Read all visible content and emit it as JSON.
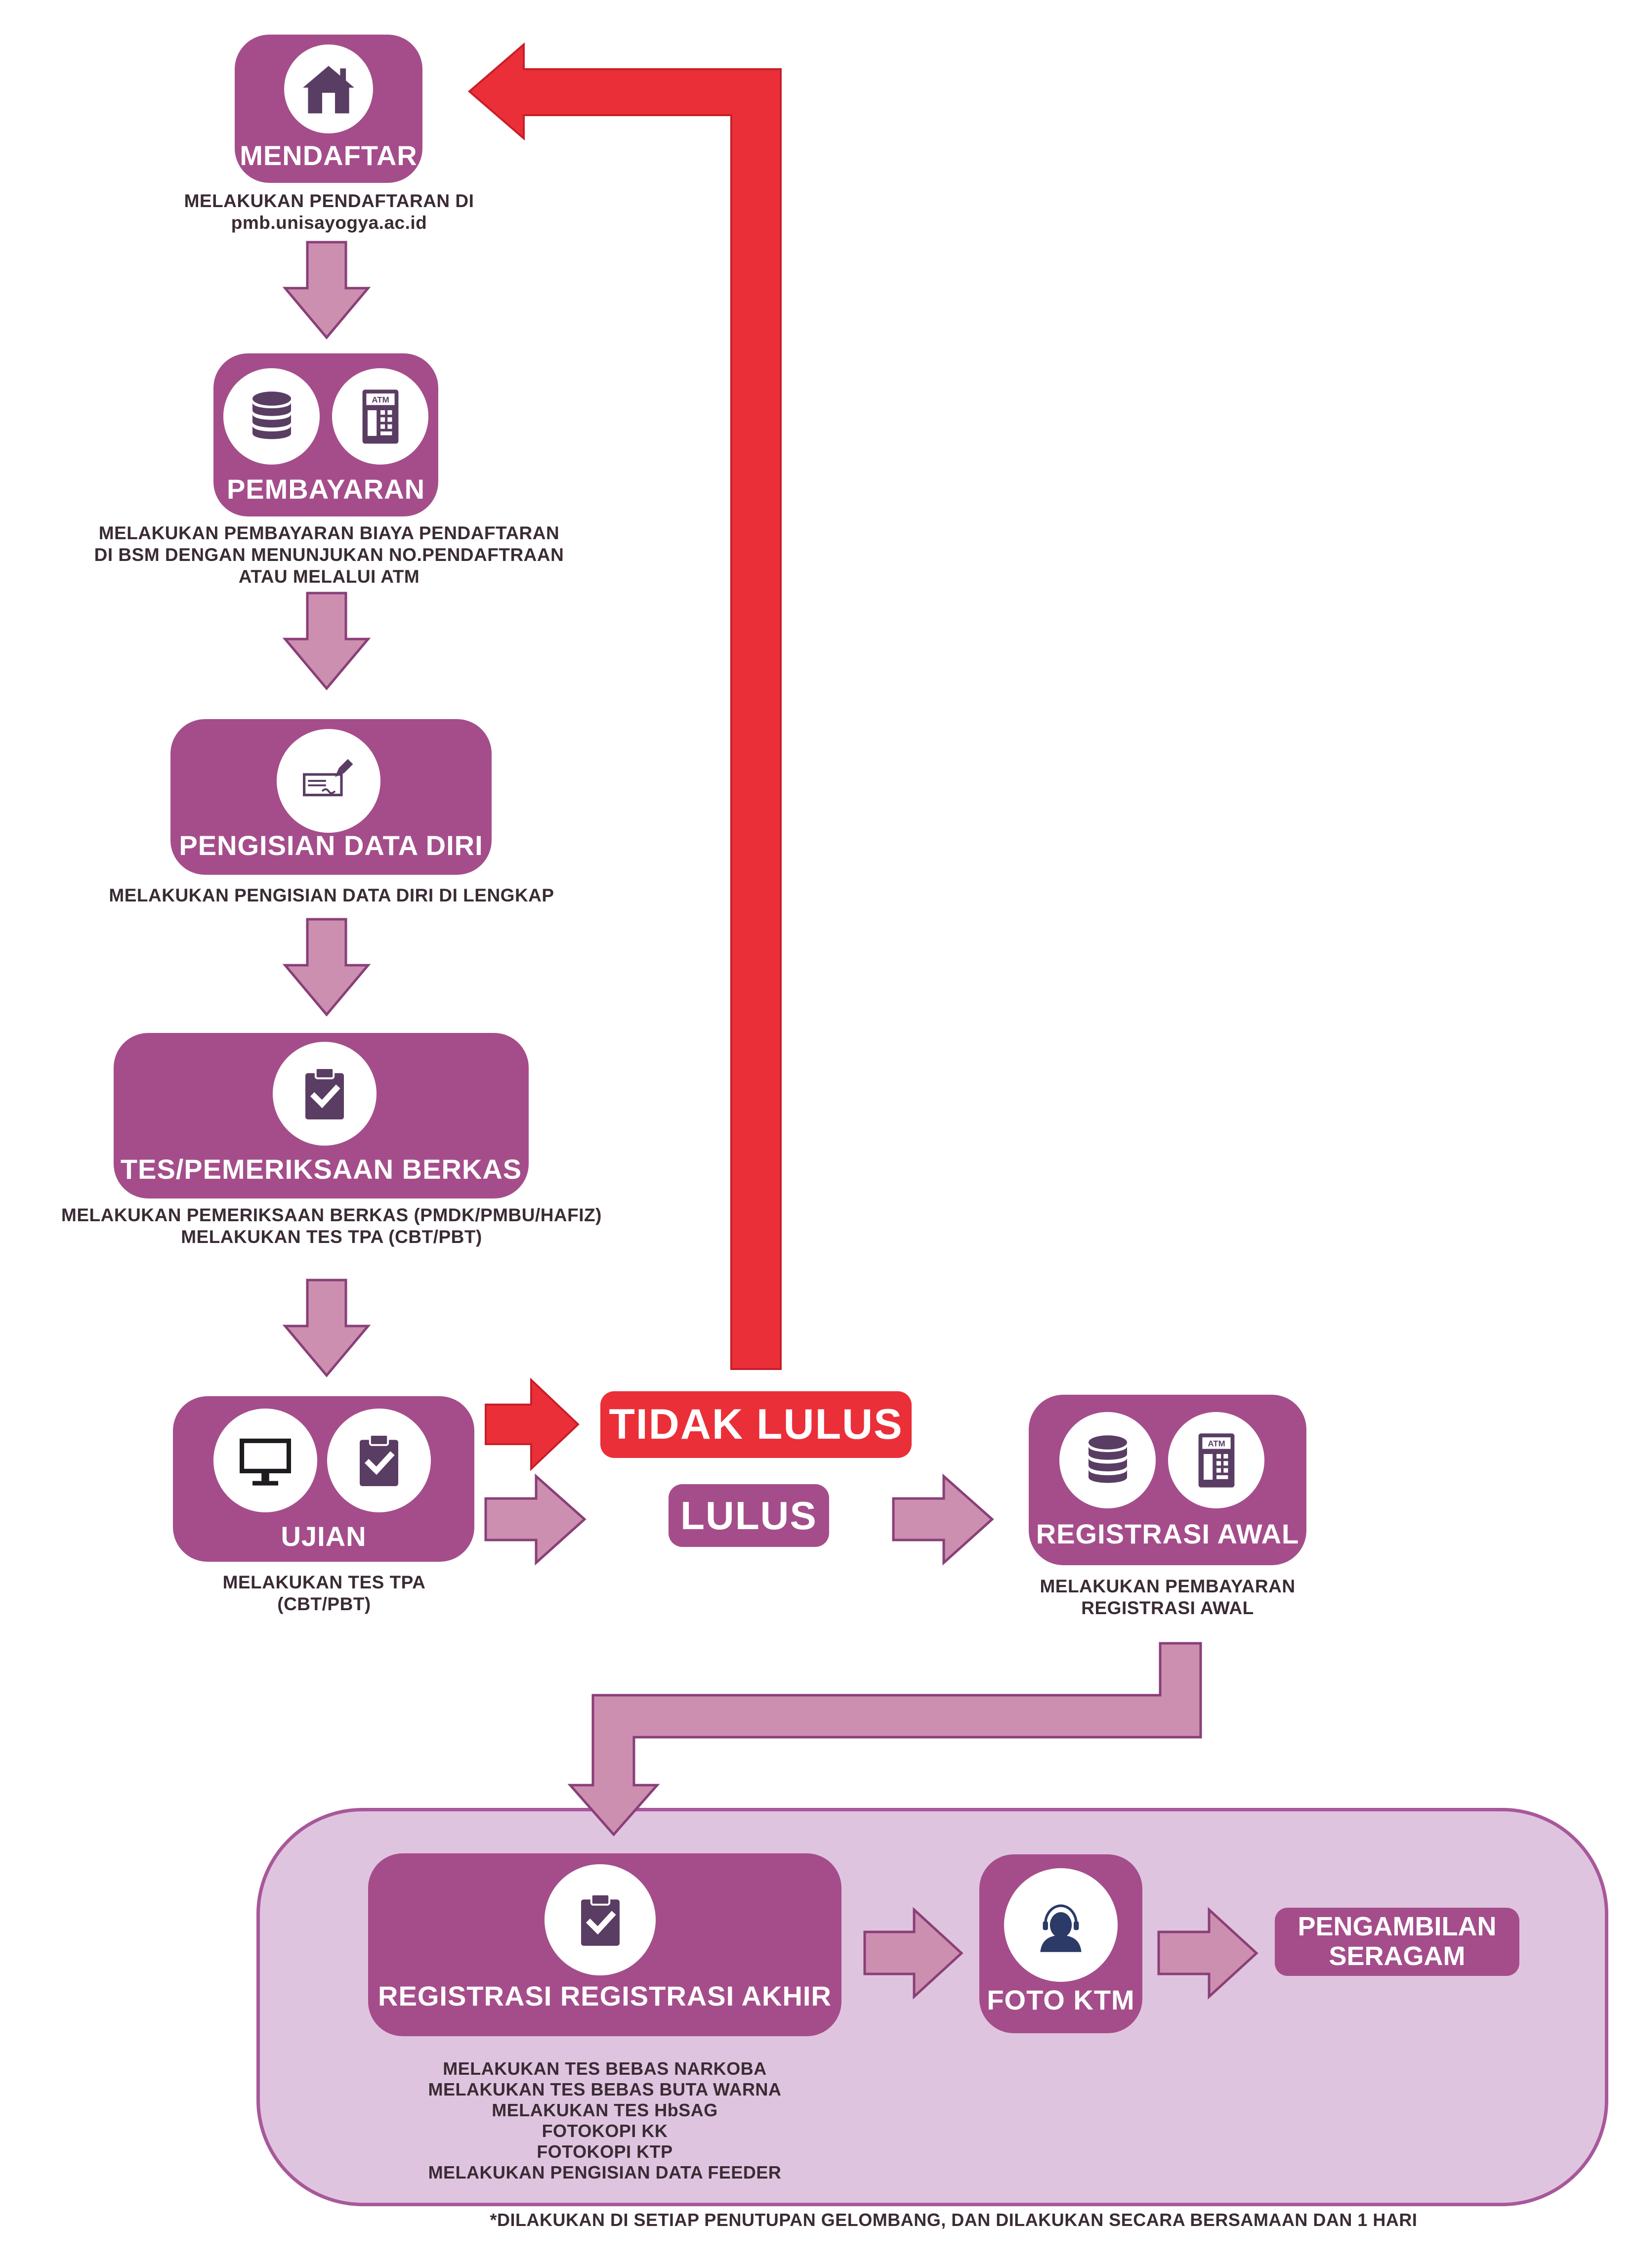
{
  "colors": {
    "step_fill": "#a54d8b",
    "arrow_fill": "#cc8fb0",
    "arrow_stroke": "#8a3f78",
    "fail_red": "#ea2f39",
    "panel_fill": "#dfc4df",
    "icon_dark": "#5a3d63"
  },
  "steps": {
    "mendaftar": {
      "label": "MENDAFTAR",
      "icon": "house-icon",
      "desc": [
        "MELAKUKAN PENDAFTARAN DI",
        "pmb.unisayogya.ac.id"
      ]
    },
    "pembayaran": {
      "label": "PEMBAYARAN",
      "icons": [
        "database-icon",
        "atm-icon"
      ],
      "atm_text": "ATM",
      "desc": [
        "MELAKUKAN PEMBAYARAN BIAYA PENDAFTARAN",
        "DI BSM DENGAN MENUNJUKAN NO.PENDAFTRAAN",
        "ATAU MELALUI ATM"
      ]
    },
    "pengisian": {
      "label": "PENGISIAN DATA DIRI",
      "icon": "cheque-pen-icon",
      "desc": [
        "MELAKUKAN PENGISIAN DATA DIRI DI LENGKAP"
      ]
    },
    "tes": {
      "label": "TES/PEMERIKSAAN BERKAS",
      "icon": "clipboard-check-icon",
      "desc": [
        "MELAKUKAN PEMERIKSAAN BERKAS (PMDK/PMBU/HAFIZ)",
        "MELAKUKAN TES TPA (CBT/PBT)"
      ]
    },
    "ujian": {
      "label": "UJIAN",
      "icons": [
        "monitor-icon",
        "clipboard-check-icon"
      ],
      "desc": [
        "MELAKUKAN TES TPA",
        "(CBT/PBT)"
      ]
    },
    "registrasi_awal": {
      "label": "REGISTRASI AWAL",
      "icons": [
        "database-icon",
        "atm-icon"
      ],
      "atm_text": "ATM",
      "desc": [
        "MELAKUKAN PEMBAYARAN",
        "REGISTRASI AWAL"
      ]
    },
    "registrasi_akhir": {
      "label": "REGISTRASI REGISTRASI AKHIR",
      "icon": "clipboard-check-icon",
      "desc": [
        "MELAKUKAN TES BEBAS NARKOBA",
        "MELAKUKAN TES BEBAS BUTA WARNA",
        "MELAKUKAN TES HbSAG",
        "FOTOKOPI KK",
        "FOTOKOPI KTP",
        "MELAKUKAN PENGISIAN DATA FEEDER"
      ]
    },
    "foto_ktm": {
      "label": "FOTO KTM",
      "icon": "person-headset-icon"
    },
    "seragam": {
      "label_lines": [
        "PENGAMBILAN",
        "SERAGAM"
      ]
    }
  },
  "outcomes": {
    "fail": "TIDAK LULUS",
    "pass": "LULUS"
  },
  "footnote": "*DILAKUKAN DI SETIAP PENUTUPAN GELOMBANG, DAN DILAKUKAN SECARA BERSAMAAN DAN 1 HARI"
}
